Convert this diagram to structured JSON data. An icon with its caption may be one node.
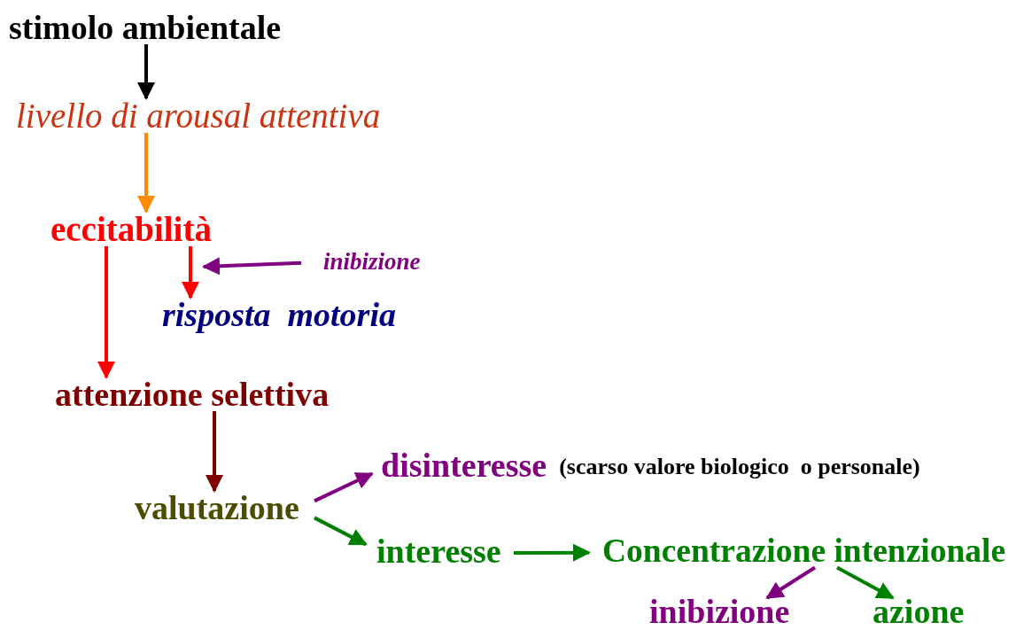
{
  "diagram": {
    "nodes": [
      {
        "text": [
          "stimolo ambientale"
        ]
      },
      {
        "text": [
          "livello di arousal attentiva"
        ]
      },
      {
        "text": [
          "eccitabilità"
        ]
      },
      {
        "text": [
          "inibizione"
        ]
      },
      {
        "text": [
          "risposta  motoria"
        ]
      },
      {
        "text": [
          "attenzione selettiva"
        ]
      },
      {
        "text": [
          "valutazione"
        ]
      },
      {
        "text": [
          "disinteresse"
        ],
        "beside": [
          "(scarso valore biologico  o personale)"
        ]
      },
      {
        "text": [
          "interesse"
        ]
      },
      {
        "text": [
          "Concentrazione intenzionale"
        ]
      },
      {
        "text": [
          "inibizione"
        ]
      },
      {
        "text": [
          "azione"
        ]
      }
    ],
    "edges": [
      {
        "from": 0,
        "to": 1,
        "arrow": "to",
        "color": "#000000"
      },
      {
        "from": 1,
        "to": 2,
        "arrow": "to",
        "color": "#ff8c00"
      },
      {
        "from": 2,
        "to": 4,
        "arrow": "to",
        "color": "#ff0000"
      },
      {
        "from": 3,
        "to": 4,
        "arrow": "to",
        "color": "#800080"
      },
      {
        "from": 2,
        "to": 5,
        "arrow": "to",
        "color": "#ff0000"
      },
      {
        "from": 5,
        "to": 6,
        "arrow": "to",
        "color": "#800000"
      },
      {
        "from": 6,
        "to": 7,
        "arrow": "to",
        "color": "#800080"
      },
      {
        "from": 6,
        "to": 8,
        "arrow": "to",
        "color": "#008000"
      },
      {
        "from": 8,
        "to": 9,
        "arrow": "to",
        "color": "#008000"
      },
      {
        "from": 9,
        "to": 10,
        "arrow": "to",
        "color": "#800080"
      },
      {
        "from": 9,
        "to": 11,
        "arrow": "to",
        "color": "#008000"
      }
    ]
  }
}
